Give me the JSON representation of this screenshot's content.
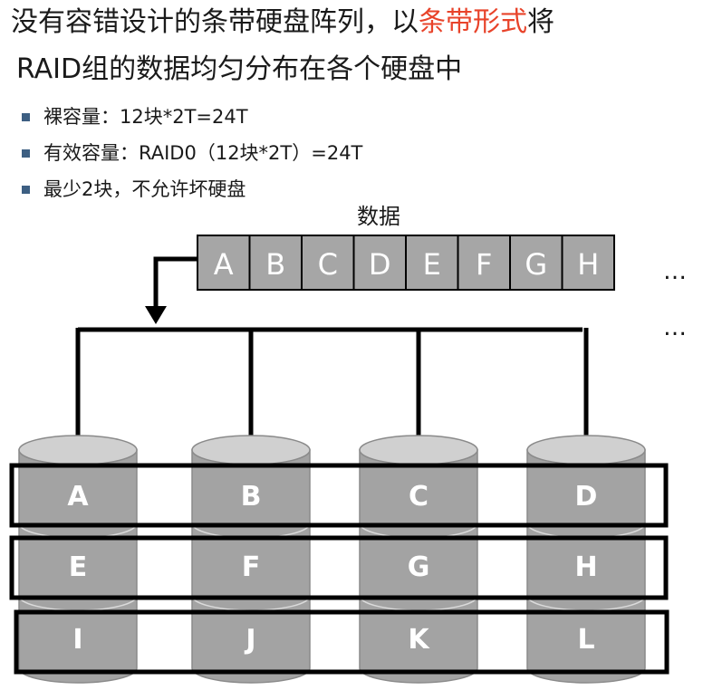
{
  "title": {
    "line1_prefix": "没有容错设计的条带硬盘阵列，以",
    "line1_highlight": "条带形式",
    "line1_suffix": "将",
    "line2": "RAID组的数据均匀分布在各个硬盘中"
  },
  "bullets": [
    "裸容量：12块*2T=24T",
    "有效容量：RAID0（12块*2T）=24T",
    "最少2块，不允许坏硬盘"
  ],
  "data_label": "数据",
  "data_blocks": [
    "A",
    "B",
    "C",
    "D",
    "E",
    "F",
    "G",
    "H"
  ],
  "ellipsis": [
    "…",
    "…"
  ],
  "disks": [
    {
      "blocks": [
        "A",
        "E",
        "I"
      ]
    },
    {
      "blocks": [
        "B",
        "F",
        "J"
      ]
    },
    {
      "blocks": [
        "C",
        "G",
        "K"
      ]
    },
    {
      "blocks": [
        "D",
        "H",
        "L"
      ]
    }
  ],
  "colors": {
    "highlight": "#e8432a",
    "block_fill": "#a6a6a6",
    "disk_fill": "#a3a3a3",
    "disk_top": "#d0d0d0",
    "bullet": "#3d5f82"
  }
}
